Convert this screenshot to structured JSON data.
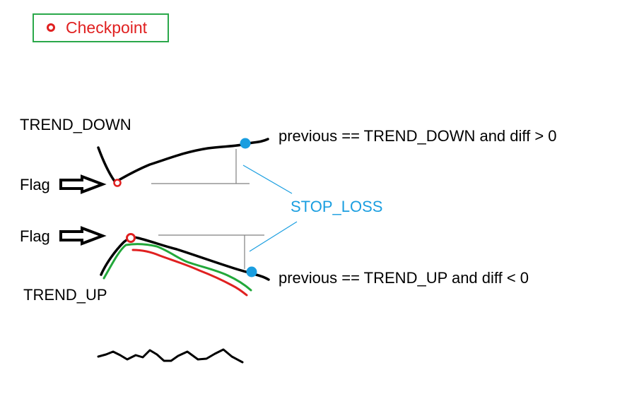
{
  "legend": {
    "label": "Checkpoint",
    "marker_color": "#e02020",
    "text_color": "#e02020",
    "border_color": "#2aa84a"
  },
  "labels": {
    "trend_down": "TREND_DOWN",
    "trend_up": "TREND_UP",
    "flag_top": "Flag",
    "flag_bottom": "Flag",
    "stop_loss": "STOP_LOSS",
    "cond_down": "previous == TREND_DOWN and diff > 0",
    "cond_up": "previous == TREND_UP and diff < 0"
  },
  "colors": {
    "line": "#000000",
    "checkpoint": "#e02020",
    "exit_point": "#1a9ee0",
    "stop_loss": "#1a9ee0",
    "guide": "#808080",
    "green_line": "#22a83a",
    "red_line": "#e02020"
  },
  "icons": {
    "flag_arrow": "right-arrow-icon",
    "checkpoint_marker": "checkpoint-circle-icon",
    "exit_marker": "blue-dot-icon"
  }
}
